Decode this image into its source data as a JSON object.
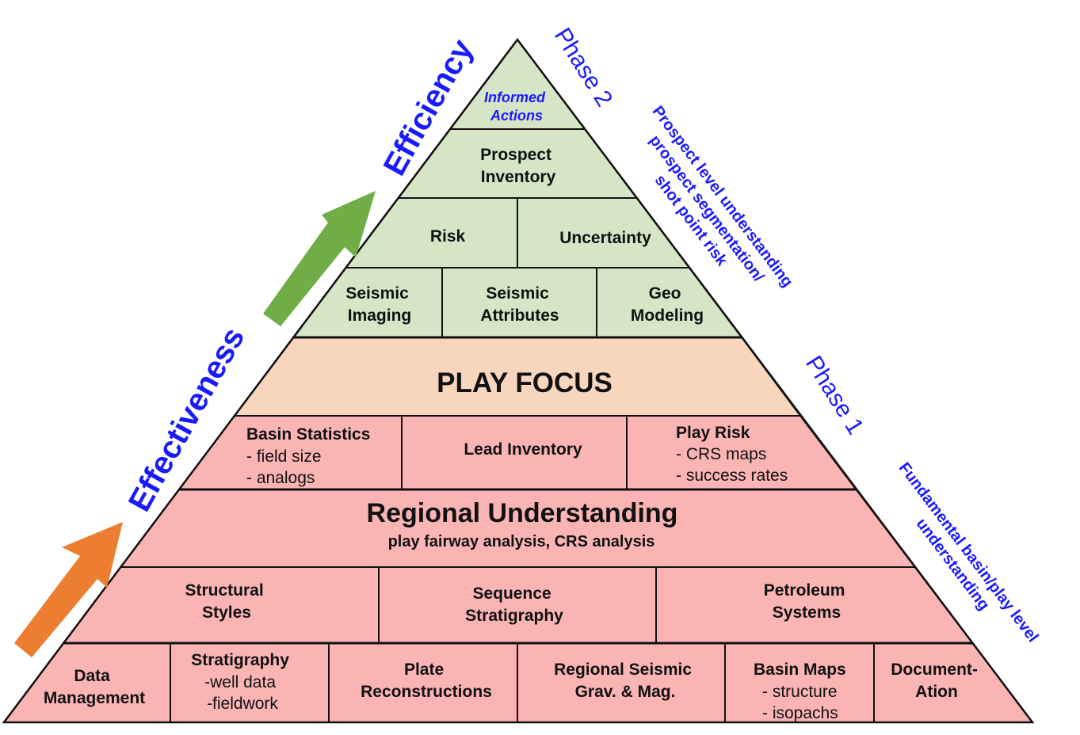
{
  "colors": {
    "phase2_fill": "#d6e5c6",
    "play_focus_fill": "#f8d6be",
    "phase1_fill": "#fab4b4",
    "outline": "#111111",
    "label_blue": "#1a1aff",
    "efficiency_arrow": "#70ad47",
    "effectiveness_arrow": "#ed7d31"
  },
  "arrows": {
    "efficiency": "Efficiency",
    "effectiveness": "Effectiveness"
  },
  "phases": {
    "phase2": "Phase 2",
    "phase1": "Phase 1"
  },
  "side_notes": {
    "phase2_lines": [
      "Prospect level understanding",
      "prospect segmentation/",
      "shot point risk"
    ],
    "phase1_lines": [
      "Fundamental basin/play level",
      "understanding"
    ]
  },
  "pyramid": {
    "informed_actions": [
      "Informed",
      "Actions"
    ],
    "prospect_inventory": [
      "Prospect",
      "Inventory"
    ],
    "risk": "Risk",
    "uncertainty": "Uncertainty",
    "seismic_imaging": [
      "Seismic",
      "Imaging"
    ],
    "seismic_attributes": [
      "Seismic",
      "Attributes"
    ],
    "geo_modeling": [
      "Geo",
      "Modeling"
    ],
    "play_focus": "PLAY FOCUS",
    "basin_statistics": {
      "title": "Basin Statistics",
      "items": [
        "- field size",
        "- analogs"
      ]
    },
    "lead_inventory": "Lead Inventory",
    "play_risk": {
      "title": "Play Risk",
      "items": [
        "- CRS maps",
        "- success rates"
      ]
    },
    "regional_understanding": {
      "title": "Regional Understanding",
      "subtitle": "play fairway analysis, CRS analysis"
    },
    "structural_styles": [
      "Structural",
      "Styles"
    ],
    "sequence_stratigraphy": [
      "Sequence",
      "Stratigraphy"
    ],
    "petroleum_systems": [
      "Petroleum",
      "Systems"
    ],
    "data_management": [
      "Data",
      "Management"
    ],
    "stratigraphy": {
      "title": "Stratigraphy",
      "items": [
        "-well data",
        "-fieldwork"
      ]
    },
    "plate_reconstructions": [
      "Plate",
      "Reconstructions"
    ],
    "regional_seismic": [
      "Regional Seismic",
      "Grav. & Mag."
    ],
    "basin_maps": {
      "title": "Basin Maps",
      "items": [
        "- structure",
        "- isopachs"
      ]
    },
    "documentation": [
      "Document-",
      "Ation"
    ]
  }
}
